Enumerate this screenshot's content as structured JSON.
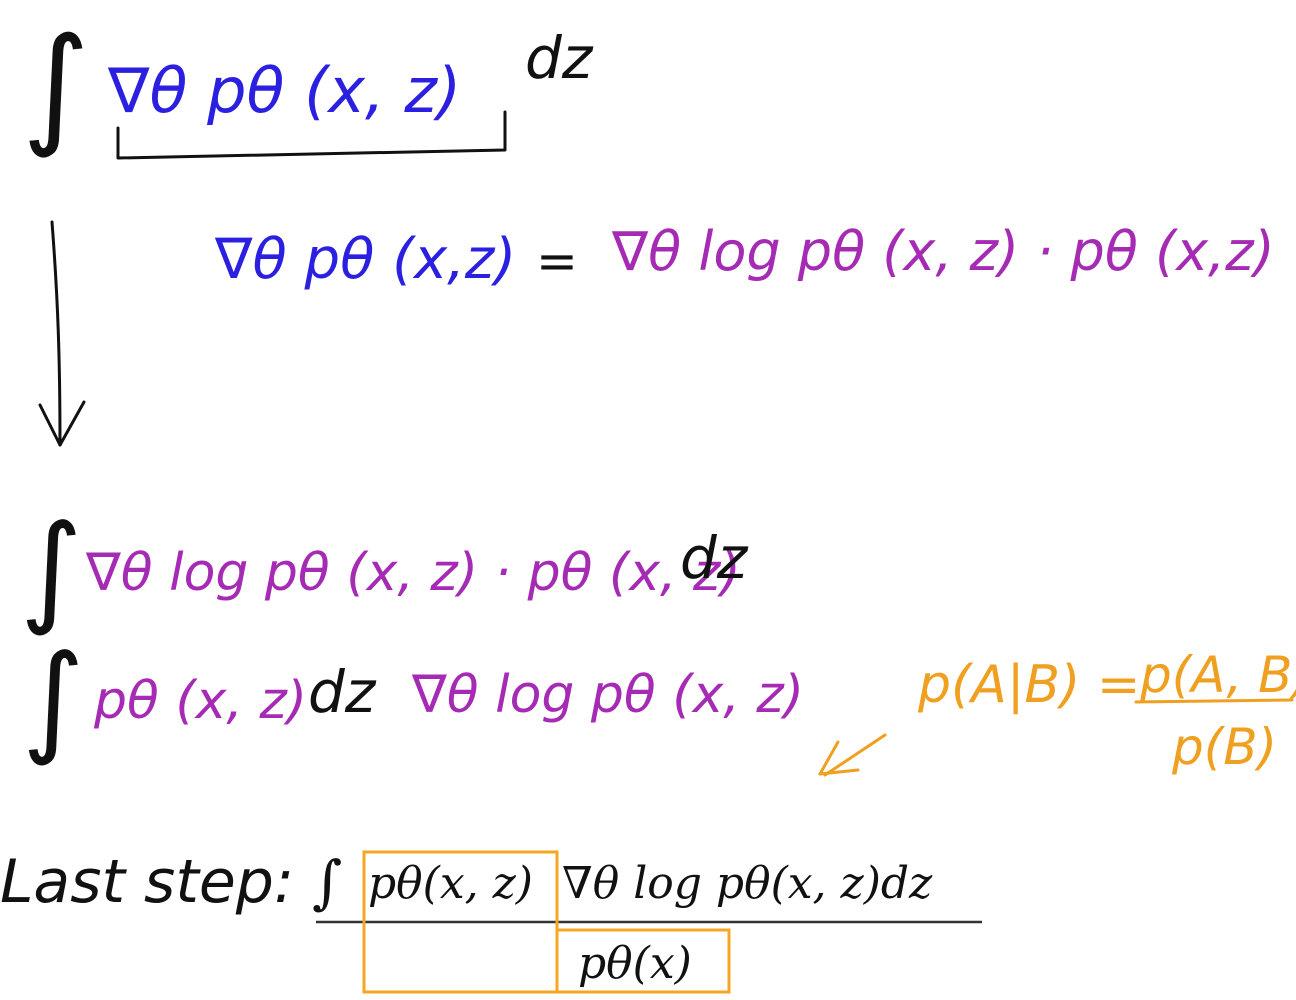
{
  "line1": {
    "integral": "∫",
    "expression": "∇θ pθ (x, z)",
    "dz": "dz"
  },
  "line2": {
    "lhs": "∇θ pθ (x,z)",
    "equals": "=",
    "rhs": "∇θ log pθ (x, z) · pθ (x,z)"
  },
  "line3": {
    "integral": "∫",
    "expression": "∇θ log pθ (x, z) · pθ (x, z)",
    "dz": "dz"
  },
  "line4": {
    "integral": "∫",
    "p": "pθ (x, z)",
    "dz": "dz",
    "grad": "∇θ log pθ (x, z)"
  },
  "bayes": {
    "lhs": "p(A|B) =",
    "numerator": "p(A, B)",
    "denominator": "p(B)"
  },
  "last_step": {
    "label": "Last step:",
    "numerator_integral": "∫",
    "numerator_p": "pθ(x, z)",
    "numerator_rest": "∇θ log pθ(x, z)dz",
    "denominator": "pθ(x)"
  },
  "colors": {
    "black": "#111111",
    "blue": "#2b1fe0",
    "purple": "#a52bb4",
    "orange": "#f0a020"
  }
}
